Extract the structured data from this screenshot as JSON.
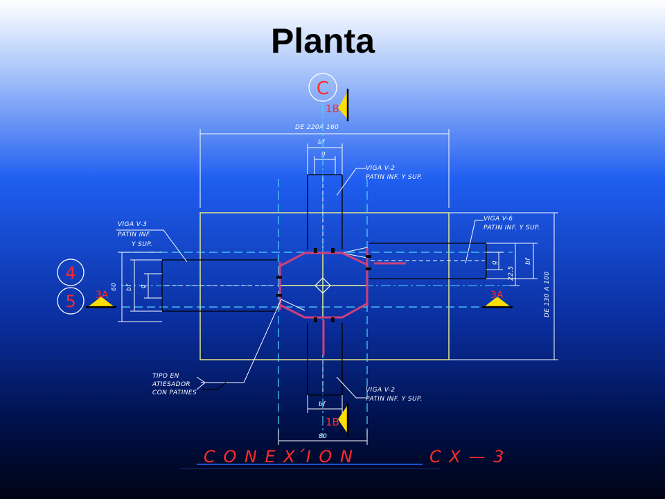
{
  "title": "Planta",
  "labels": {
    "axis_c": "C",
    "axis_4": "4",
    "axis_5": "5",
    "sec_1b_top": "1B",
    "sec_1b_bottom": "1B",
    "sec_3a_left": "3A",
    "sec_3a_right": "3A",
    "dim_top": "DE 220A 160",
    "bf_top": "bf",
    "g_top": "g",
    "viga_v2_top_line1": "VIGA V-2",
    "viga_v2_top_line2": "PATIN INF. Y SUP.",
    "viga_v3_line1": "VIGA V-3",
    "viga_v3_line2": "PATIN INF.",
    "viga_v3_line3": "Y SUP.",
    "viga_v6_line1": "VIGA V-6",
    "viga_v6_line2": "PATIN INF. Y SUP.",
    "dim_left_60": "60",
    "bf_left": "bf",
    "g_left": "g",
    "g_right": "g",
    "dim_right_225": "22.5",
    "bf_right": "bf",
    "dim_right_range": "DE 130 A 100",
    "tipo_line1": "TIPO EN",
    "tipo_line2": "ATIESADOR",
    "tipo_line3": "CON PATINES",
    "viga_v2_bot_line1": "VIGA V-2",
    "viga_v2_bot_line2": "PATIN INF. Y SUP.",
    "bf_bottom": "bf",
    "dim_bottom_80": "80",
    "footer_left": "C O N E X´I O N",
    "footer_right": "C X — 3"
  },
  "colors": {
    "dimension": "#ffffff",
    "plate": "#f4f48a",
    "centerline": "#4fd8ff",
    "weld": "#d0407a",
    "tag": "#ff2a2a",
    "section_marker": "#ffe000"
  }
}
